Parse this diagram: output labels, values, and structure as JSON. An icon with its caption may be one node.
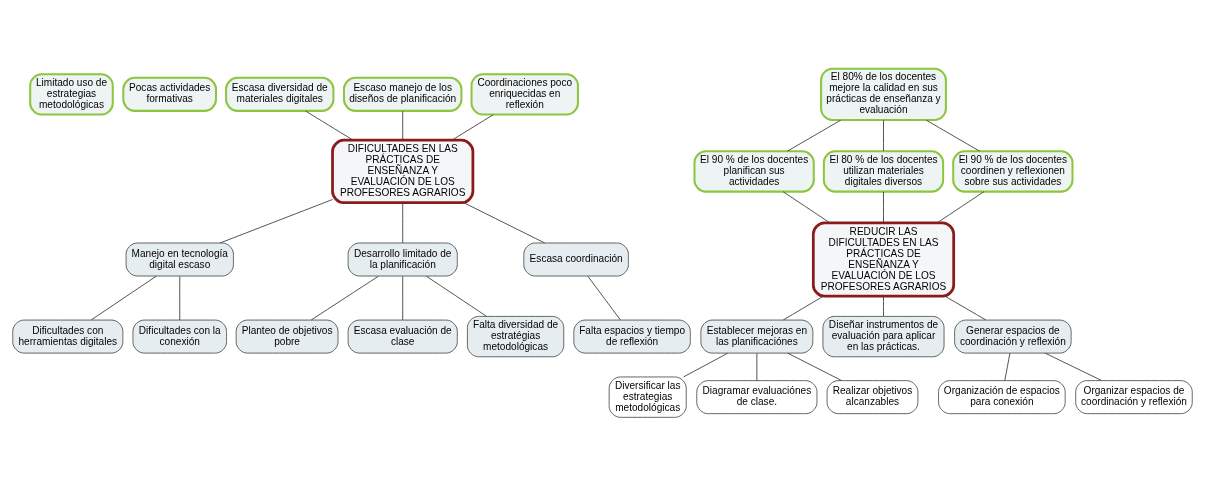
{
  "diagram": {
    "nodes": [
      {
        "text": [
          "Limitado uso de estrategias metodológicas"
        ]
      },
      {
        "text": [
          "Pocas actividades formativas"
        ]
      },
      {
        "text": [
          "Escasa diversidad de materiales digitales"
        ]
      },
      {
        "text": [
          "Escaso manejo de los diseños de planificación"
        ]
      },
      {
        "text": [
          "Coordinaciones poco enriquecidas en reflexión"
        ]
      },
      {
        "text": [
          "DIFICULTADES EN LAS PRÁCTICAS DE ENSEÑANZA Y EVALUACIÓN DE LOS PROFESORES AGRARIOS"
        ]
      },
      {
        "text": [
          "Manejo en tecnología digital escaso"
        ]
      },
      {
        "text": [
          "Desarrollo limitado de la planificación"
        ]
      },
      {
        "text": [
          "Escasa coordinación"
        ]
      },
      {
        "text": [
          "Dificultades con herramientas digitales"
        ]
      },
      {
        "text": [
          "Planteo de objetivos pobre"
        ]
      },
      {
        "text": [
          "Escasa evaluación de clase"
        ]
      },
      {
        "text": [
          "Falta espacios y tiempo de reflexión"
        ]
      },
      {
        "text": [
          "Dificultades con la conexión"
        ]
      },
      {
        "text": [
          "Falta diversidad de estratégias metodológicas"
        ]
      },
      {
        "text": [
          "El 80% de los docentes mejore la calidad en sus prácticas de enseñanza y evaluación"
        ]
      },
      {
        "text": [
          "El 90 % de los docentes planifican sus actividades"
        ]
      },
      {
        "text": [
          "El 80 % de los docentes utilizan materiales digitales diversos"
        ]
      },
      {
        "text": [
          "El 90 % de los docentes coordinen y reflexionen sobre sus actividades"
        ]
      },
      {
        "text": [
          "REDUCIR LAS DIFICULTADES EN LAS PRÁCTICAS DE ENSEÑANZA Y EVALUACIÓN DE LOS PROFESORES AGRARIOS"
        ]
      },
      {
        "text": [
          "Establecer mejoras en las planificaciónes"
        ]
      },
      {
        "text": [
          "Diseñar instrumentos de evaluación para aplicar en las prácticas."
        ]
      },
      {
        "text": [
          "Generar espacios de coordinación y reflexión"
        ]
      },
      {
        "text": [
          "Diversificar las estrategias metodológicas"
        ]
      },
      {
        "text": [
          "Diagramar evaluaciónes de clase."
        ]
      },
      {
        "text": [
          "Organización de espacios para conexión"
        ]
      },
      {
        "text": [
          "Organizar espacios de coordinación y reflexión"
        ]
      },
      {
        "text": [
          "Realizar objetivos alcanzables"
        ]
      }
    ],
    "edges": [
      {
        "from": 2,
        "to": 5,
        "arrow": "none"
      },
      {
        "from": 3,
        "to": 5,
        "arrow": "none"
      },
      {
        "from": 4,
        "to": 5,
        "arrow": "none"
      },
      {
        "from": 5,
        "to": 6,
        "arrow": "none"
      },
      {
        "from": 5,
        "to": 7,
        "arrow": "none"
      },
      {
        "from": 5,
        "to": 8,
        "arrow": "none"
      },
      {
        "from": 6,
        "to": 9,
        "arrow": "none"
      },
      {
        "from": 6,
        "to": 13,
        "arrow": "none"
      },
      {
        "from": 7,
        "to": 10,
        "arrow": "none"
      },
      {
        "from": 7,
        "to": 14,
        "arrow": "none"
      },
      {
        "from": 7,
        "to": 11,
        "arrow": "none"
      },
      {
        "from": 8,
        "to": 12,
        "arrow": "none"
      },
      {
        "from": 15,
        "to": 16,
        "arrow": "none"
      },
      {
        "from": 15,
        "to": 17,
        "arrow": "none"
      },
      {
        "from": 15,
        "to": 18,
        "arrow": "none"
      },
      {
        "from": 16,
        "to": 19,
        "arrow": "none"
      },
      {
        "from": 17,
        "to": 19,
        "arrow": "none"
      },
      {
        "from": 18,
        "to": 19,
        "arrow": "none"
      },
      {
        "from": 19,
        "to": 20,
        "arrow": "none"
      },
      {
        "from": 19,
        "to": 21,
        "arrow": "none"
      },
      {
        "from": 19,
        "to": 22,
        "arrow": "none"
      },
      {
        "from": 20,
        "to": 23,
        "arrow": "none"
      },
      {
        "from": 20,
        "to": 27,
        "arrow": "none"
      },
      {
        "from": 20,
        "to": 24,
        "arrow": "none"
      },
      {
        "from": 22,
        "to": 25,
        "arrow": "none"
      },
      {
        "from": 22,
        "to": 26,
        "arrow": "none"
      }
    ]
  }
}
